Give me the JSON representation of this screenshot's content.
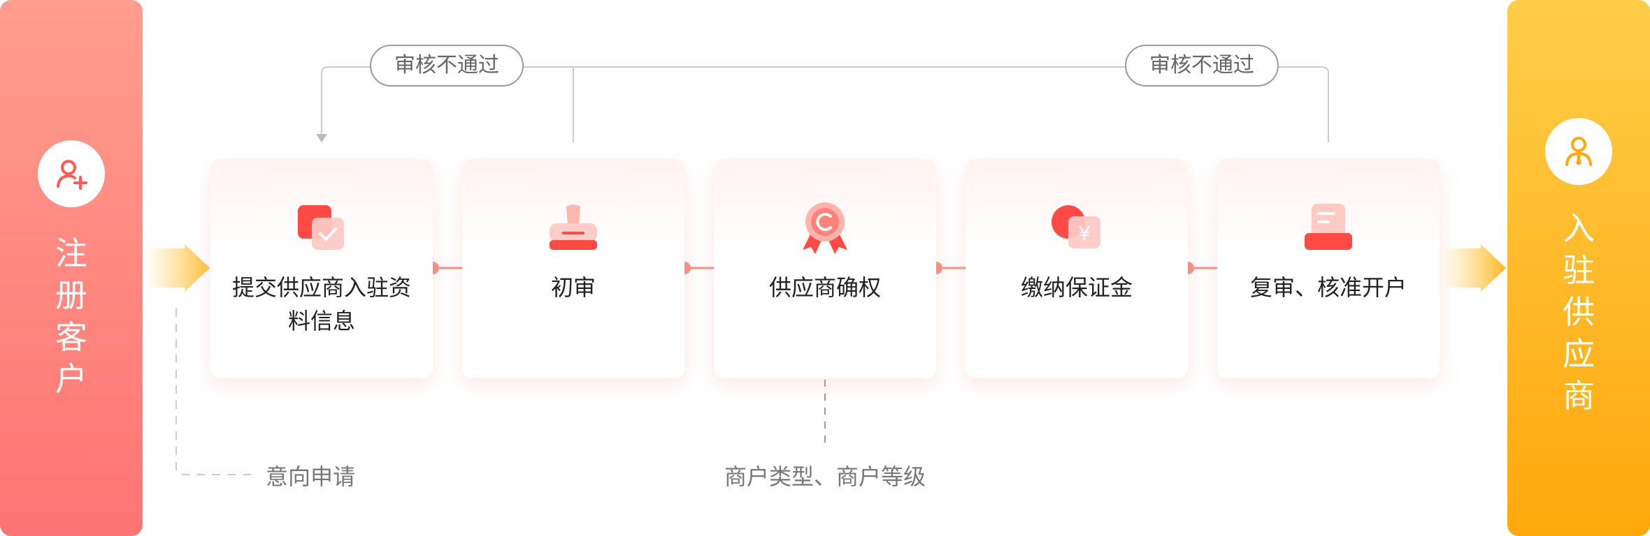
{
  "start": {
    "label_chars": [
      "注",
      "册",
      "客",
      "户"
    ],
    "icon": "user-add-icon",
    "color_top": "#ff9d8e",
    "color_bottom": "#ff7474"
  },
  "end": {
    "label_chars": [
      "入",
      "驻",
      "供",
      "应",
      "商"
    ],
    "icon": "merchant-user-icon",
    "color_top": "#ffcd48",
    "color_bottom": "#ffa80c"
  },
  "steps": [
    {
      "label": "提交供应商入驻资料信息",
      "icon": "documents-check-icon"
    },
    {
      "label": "初审",
      "icon": "stamp-icon"
    },
    {
      "label": "供应商确权",
      "icon": "certificate-badge-icon"
    },
    {
      "label": "缴纳保证金",
      "icon": "yuan-payment-icon"
    },
    {
      "label": "复审、核准开户",
      "icon": "approval-printer-icon"
    }
  ],
  "feedback": [
    {
      "label": "审核不通过"
    },
    {
      "label": "审核不通过"
    }
  ],
  "notes": {
    "intent": "意向申请",
    "merchant_type": "商户类型、商户等级"
  },
  "colors": {
    "accent": "#ff5a52",
    "arrow": "#f98f84",
    "line": "#cccccc"
  }
}
